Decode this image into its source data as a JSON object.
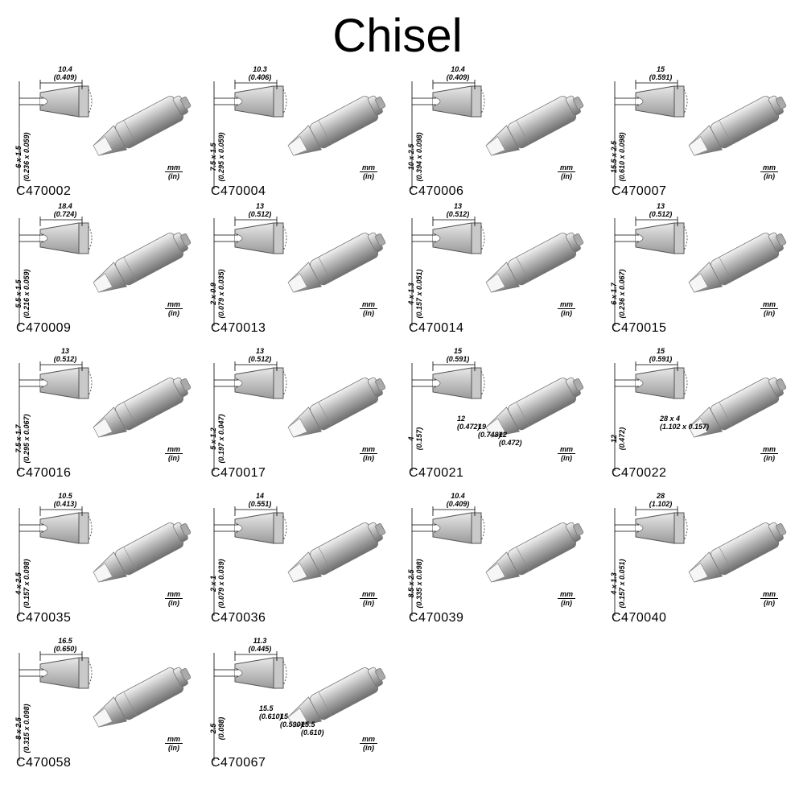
{
  "title": "Chisel",
  "unit_labels": {
    "mm": "mm",
    "in": "(in)"
  },
  "tips": [
    {
      "code": "C470002",
      "len_mm": "10.4",
      "len_in": "(0.409)",
      "cs_mm": "6 x 1.5",
      "cs_in": "(0.236 x 0.059)"
    },
    {
      "code": "C470004",
      "len_mm": "10.3",
      "len_in": "(0.406)",
      "cs_mm": "7.5 x 1.5",
      "cs_in": "(0.295 x 0.059)"
    },
    {
      "code": "C470006",
      "len_mm": "10.4",
      "len_in": "(0.409)",
      "cs_mm": "10 x 2.5",
      "cs_in": "(0.394 x 0.098)"
    },
    {
      "code": "C470007",
      "len_mm": "15",
      "len_in": "(0.591)",
      "cs_mm": "15.5 x 2.5",
      "cs_in": "(0.610 x 0.098)"
    },
    {
      "code": "C470009",
      "len_mm": "18.4",
      "len_in": "(0.724)",
      "cs_mm": "5.5 x 1.5",
      "cs_in": "(0.216 x 0.059)"
    },
    {
      "code": "C470013",
      "len_mm": "13",
      "len_in": "(0.512)",
      "cs_mm": "2 x 0.9",
      "cs_in": "(0.079 x 0.035)"
    },
    {
      "code": "C470014",
      "len_mm": "13",
      "len_in": "(0.512)",
      "cs_mm": "4 x 1.3",
      "cs_in": "(0.157 x 0.051)"
    },
    {
      "code": "C470015",
      "len_mm": "13",
      "len_in": "(0.512)",
      "cs_mm": "6 x 1.7",
      "cs_in": "(0.236 x 0.067)"
    },
    {
      "code": "C470016",
      "len_mm": "13",
      "len_in": "(0.512)",
      "cs_mm": "7.5 x 1.7",
      "cs_in": "(0.295 x 0.067)"
    },
    {
      "code": "C470017",
      "len_mm": "13",
      "len_in": "(0.512)",
      "cs_mm": "5 x 1.2",
      "cs_in": "(0.197 x 0.047)"
    },
    {
      "code": "C470021",
      "len_mm": "15",
      "len_in": "(0.591)",
      "cs_mm": "4",
      "cs_in": "(0.157)",
      "extra": [
        {
          "mm": "12",
          "in": "(0.472)"
        },
        {
          "mm": "19",
          "in": "(0.748)"
        },
        {
          "mm": "12",
          "in": "(0.472)"
        }
      ]
    },
    {
      "code": "C470022",
      "len_mm": "15",
      "len_in": "(0.591)",
      "cs_mm": "12",
      "cs_in": "(0.472)",
      "extra": [
        {
          "mm": "28 x 4",
          "in": "(1.102 x 0.157)"
        }
      ]
    },
    {
      "code": "C470035",
      "len_mm": "10.5",
      "len_in": "(0.413)",
      "cs_mm": "4 x 2.5",
      "cs_in": "(0.157 x 0.098)"
    },
    {
      "code": "C470036",
      "len_mm": "14",
      "len_in": "(0.551)",
      "cs_mm": "2 x 1",
      "cs_in": "(0.079 x 0.039)"
    },
    {
      "code": "C470039",
      "len_mm": "10.4",
      "len_in": "(0.409)",
      "cs_mm": "8.5 x 2.5",
      "cs_in": "(0.335 x 0.098)"
    },
    {
      "code": "C470040",
      "len_mm": "28",
      "len_in": "(1.102)",
      "cs_mm": "4 x 1.3",
      "cs_in": "(0.157 x 0.051)"
    },
    {
      "code": "C470058",
      "len_mm": "16.5",
      "len_in": "(0.650)",
      "cs_mm": "8 x 2.5",
      "cs_in": "(0.315 x 0.098)"
    },
    {
      "code": "C470067",
      "len_mm": "11.3",
      "len_in": "(0.445)",
      "cs_mm": "2.5",
      "cs_in": "(0.098)",
      "extra": [
        {
          "mm": "15.5",
          "in": "(0.610)"
        },
        {
          "mm": "15",
          "in": "(0.590)"
        },
        {
          "mm": "15.5",
          "in": "(0.610)"
        }
      ]
    }
  ]
}
